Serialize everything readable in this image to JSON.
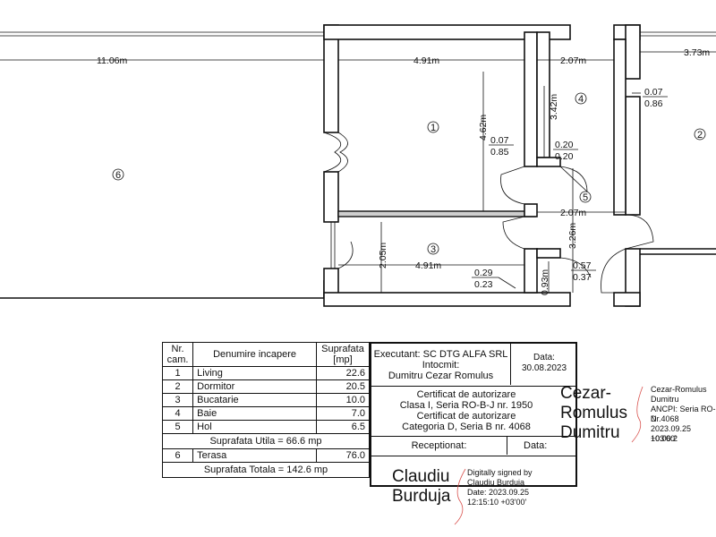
{
  "plan": {
    "dimensions": {
      "terrace_width": "11.06m",
      "living_width": "4.91m",
      "baie_width": "2.07m",
      "dormitor_width": "3.73m",
      "living_height": "4.62m",
      "baie_height": "3.42m",
      "hol_width": "2.07m",
      "hol_height": "3.26m",
      "bucatarie_height": "2.05m",
      "bucatarie_width": "4.91m",
      "small_height": "0.93m"
    },
    "openings": {
      "o1_top": "0.07",
      "o1_bot": "0.86",
      "o2_top": "0.07",
      "o2_bot": "0.85",
      "o3_top": "0.20",
      "o3_bot": "0.20",
      "o4_top": "0.29",
      "o4_bot": "0.23",
      "o5_top": "0.57",
      "o5_bot": "0.37"
    },
    "room_numbers": {
      "living": "1",
      "dormitor": "2",
      "bucatarie": "3",
      "baie": "4",
      "hol": "5",
      "terasa": "6"
    }
  },
  "rooms_table": {
    "headers": {
      "nr": "Nr. cam.",
      "name": "Denumire incapere",
      "area": "Suprafata [mp]"
    },
    "rows": [
      {
        "nr": "1",
        "name": "Living",
        "area": "22.6"
      },
      {
        "nr": "2",
        "name": "Dormitor",
        "area": "20.5"
      },
      {
        "nr": "3",
        "name": "Bucatarie",
        "area": "10.0"
      },
      {
        "nr": "4",
        "name": "Baie",
        "area": "7.0"
      },
      {
        "nr": "5",
        "name": "Hol",
        "area": "6.5"
      }
    ],
    "suprafata_utila": "Suprafata Utila = 66.6 mp",
    "terasa": {
      "nr": "6",
      "name": "Terasa",
      "area": "76.0"
    },
    "suprafata_totala": "Suprafata Totala = 142.6 mp"
  },
  "info_box": {
    "executant": "Executant: SC DTG ALFA SRL",
    "intocmit_label": "Intocmit:",
    "intocmit_name": "Dumitru Cezar Romulus",
    "data_label": "Data:",
    "data_value": "30.08.2023",
    "cert1_title": "Certificat de autorizare",
    "cert1_series": "Clasa I, Seria RO-B-J nr. 1950",
    "cert2_title": "Certificat de autorizare",
    "cert2_series": "Categoria D, Seria B nr. 4068",
    "receptionat_label": "Receptionat:",
    "data2_label": "Data:"
  },
  "signature_right": {
    "name_line1": "Cezar-",
    "name_line2": "Romulus",
    "name_line3": "Dumitru",
    "details": [
      "Cezar-Romulus",
      "Dumitru",
      "ANCPI: Seria RO-D",
      "Nr.4068",
      "2023.09.25 10:06:2",
      "+03'00'"
    ]
  },
  "signature_bottom": {
    "name_line1": "Claudiu",
    "name_line2": "Burduja",
    "details": [
      "Digitally signed by",
      "Claudiu Burduja",
      "Date: 2023.09.25",
      "12:15:10 +03'00'"
    ]
  }
}
